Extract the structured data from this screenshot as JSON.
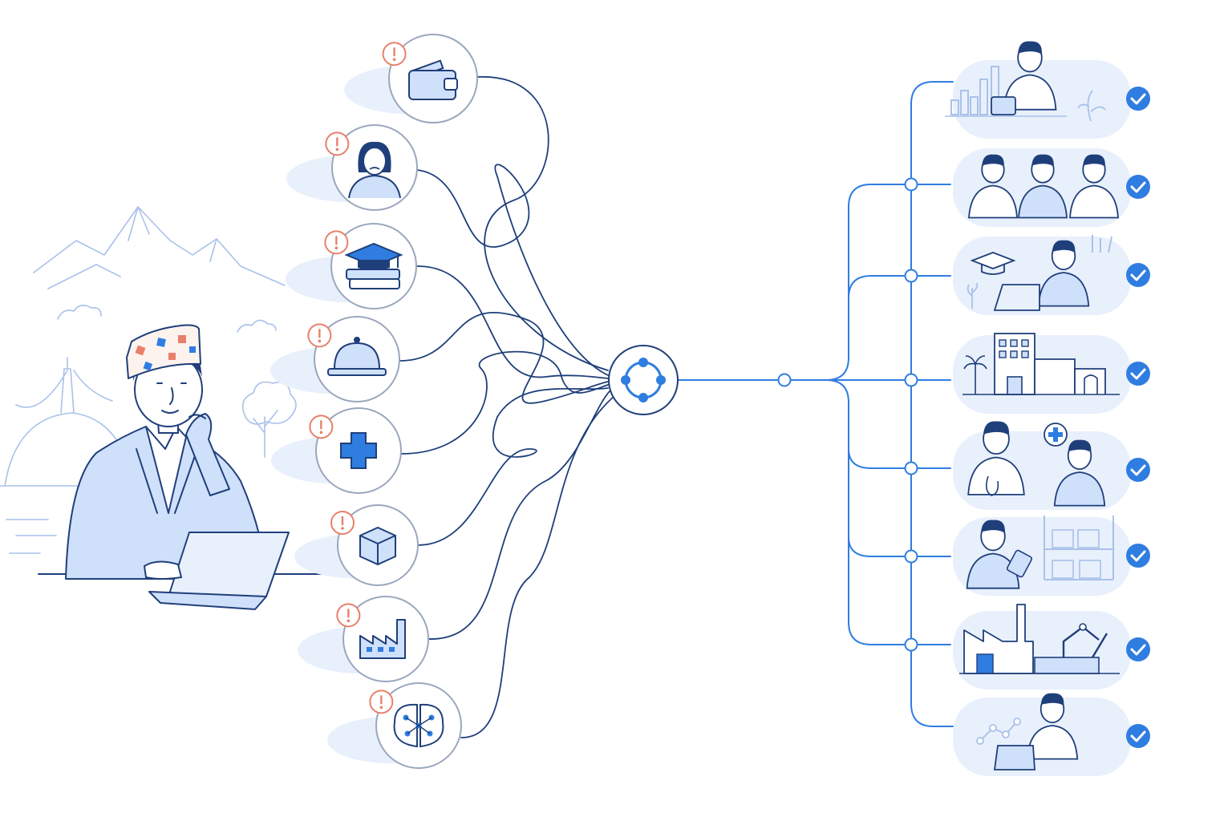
{
  "colors": {
    "navy": "#1f3f7a",
    "blue": "#2f7de1",
    "soft": "#e8f0fc",
    "fill": "#cfe0fb",
    "alert": "#e8806a",
    "sketch": "#a9c1ea"
  },
  "person": {
    "name": "thinking-man-with-laptop",
    "hat": "dhaka-topi"
  },
  "background": [
    "mountain-range",
    "stupa",
    "prayer-flags",
    "tree",
    "clouds"
  ],
  "challenges": [
    {
      "icon": "wallet-icon",
      "status": "alert"
    },
    {
      "icon": "worried-woman-icon",
      "status": "alert"
    },
    {
      "icon": "graduation-cap-books-icon",
      "status": "alert"
    },
    {
      "icon": "service-bell-icon",
      "status": "alert"
    },
    {
      "icon": "medical-cross-icon",
      "status": "alert"
    },
    {
      "icon": "package-box-icon",
      "status": "alert"
    },
    {
      "icon": "factory-icon",
      "status": "alert"
    },
    {
      "icon": "brain-circuit-icon",
      "status": "alert"
    }
  ],
  "hub": {
    "icon": "network-hub-icon"
  },
  "solutions": [
    {
      "scene": "business-growth-scene",
      "status": "check"
    },
    {
      "scene": "team-people-scene",
      "status": "check"
    },
    {
      "scene": "online-education-scene",
      "status": "check"
    },
    {
      "scene": "hospitality-buildings-scene",
      "status": "check"
    },
    {
      "scene": "doctor-patient-scene",
      "status": "check"
    },
    {
      "scene": "warehouse-logistics-scene",
      "status": "check"
    },
    {
      "scene": "manufacturing-robot-scene",
      "status": "check"
    },
    {
      "scene": "ai-data-scene",
      "status": "check"
    }
  ]
}
